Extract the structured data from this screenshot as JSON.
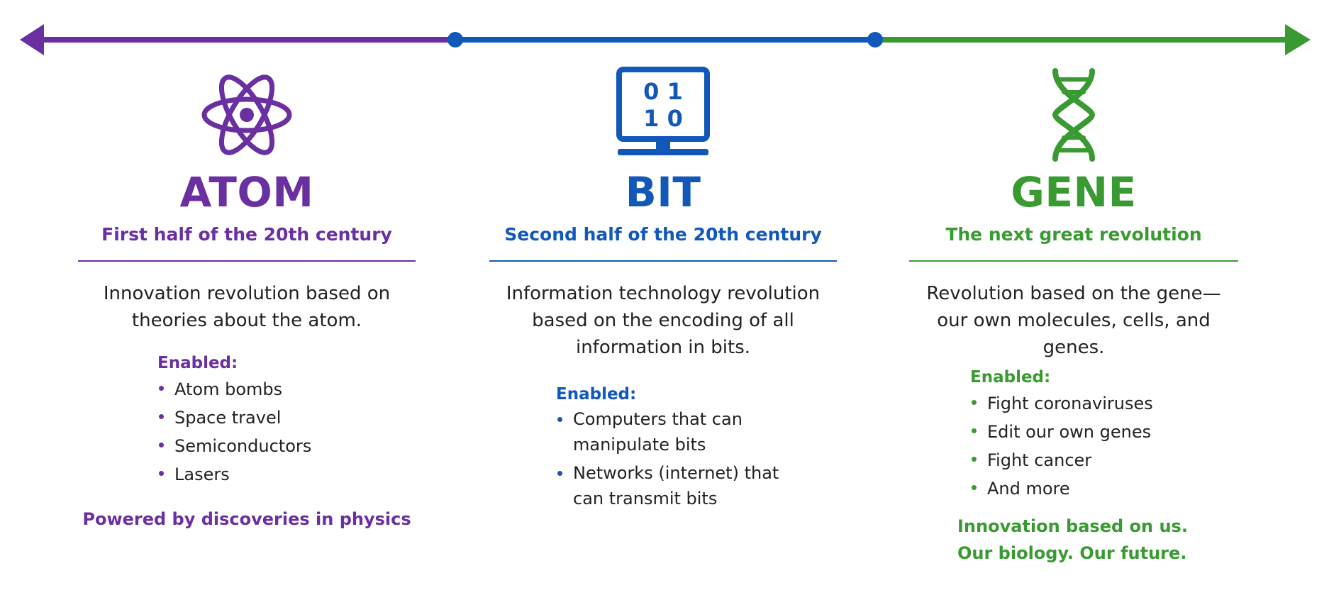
{
  "colors": {
    "atom": "#6a2fa0",
    "bit": "#1158b8",
    "gene": "#3a9a32"
  },
  "icons": {
    "atom": "atom-icon",
    "bit": "computer-monitor-icon",
    "gene": "dna-helix-icon"
  },
  "atom": {
    "title": "ATOM",
    "subtitle": "First half of the 20th century",
    "description": "Innovation revolution based on theories about the atom.",
    "enabled_label": "Enabled:",
    "enabled_items": [
      "Atom bombs",
      "Space travel",
      "Semiconductors",
      "Lasers"
    ],
    "footer_lines": [
      "Powered by discoveries in physics"
    ]
  },
  "bit": {
    "title": "BIT",
    "subtitle": "Second half of the 20th century",
    "screen_digits": [
      "0 1",
      "1 0"
    ],
    "description": "Information technology revolution based on the encoding of all information in bits.",
    "enabled_label": "Enabled:",
    "enabled_items": [
      "Computers that can manipulate bits",
      "Networks (internet) that can transmit bits"
    ]
  },
  "gene": {
    "title": "GENE",
    "subtitle": "The next great revolution",
    "description": "Revolution based on the gene— our own molecules, cells, and genes.",
    "enabled_label": "Enabled:",
    "enabled_items": [
      "Fight coronaviruses",
      "Edit our own genes",
      "Fight cancer",
      "And more"
    ],
    "footer_lines": [
      "Innovation based on us.",
      "Our biology. Our future."
    ]
  }
}
